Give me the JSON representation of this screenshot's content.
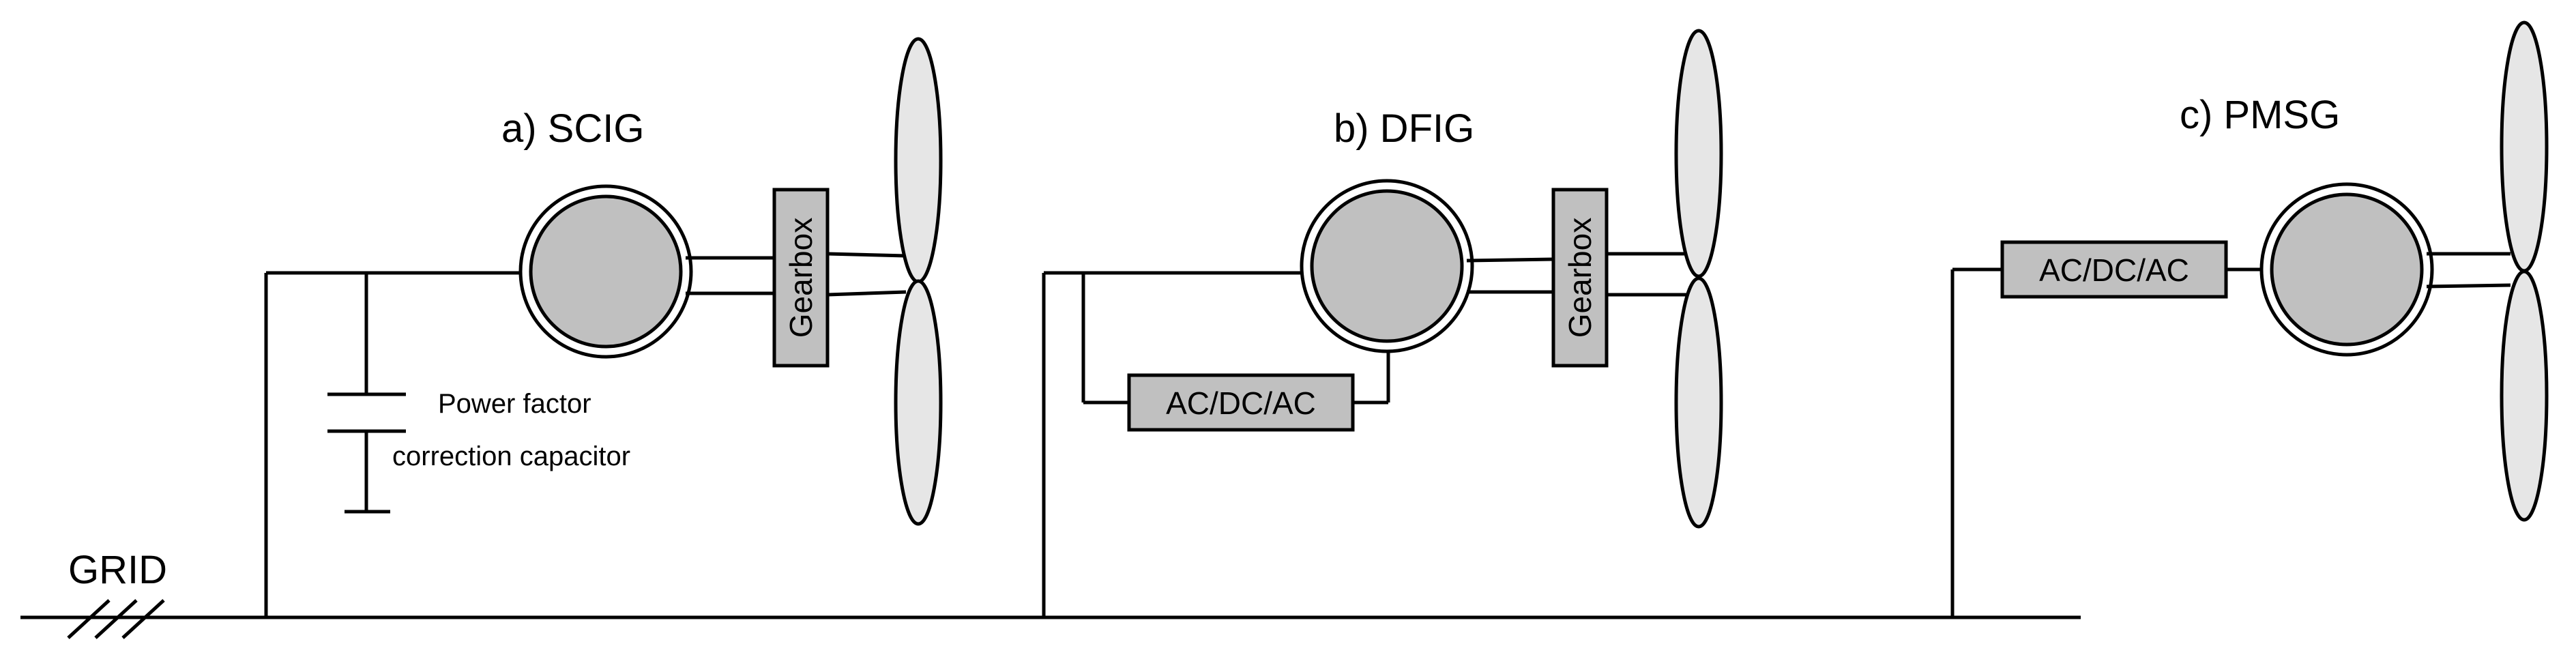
{
  "grid": {
    "label": "GRID"
  },
  "scig": {
    "title": "a) SCIG",
    "gearbox": "Gearbox",
    "capacitor_line1": "Power factor",
    "capacitor_line2": "correction capacitor"
  },
  "dfig": {
    "title": "b) DFIG",
    "gearbox": "Gearbox",
    "converter": "AC/DC/AC"
  },
  "pmsg": {
    "title": "c) PMSG",
    "converter": "AC/DC/AC"
  },
  "colors": {
    "component_fill": "#c0c0c0",
    "blade_fill": "#e6e6e6",
    "line": "#000000"
  }
}
